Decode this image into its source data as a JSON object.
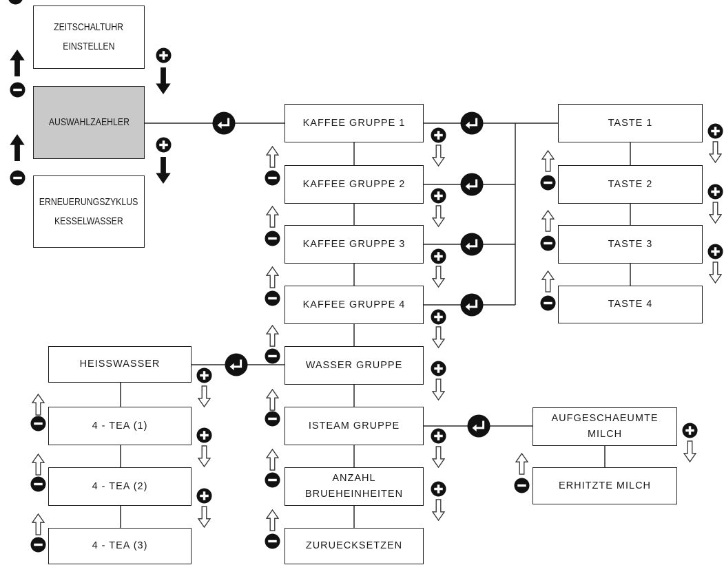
{
  "settings_menu": {
    "items": [
      {
        "lines": [
          "ZEITSCHALTUHR",
          "EINSTELLEN"
        ]
      },
      {
        "lines": [
          "AUSWAHLZAEHLER"
        ],
        "selected": true
      },
      {
        "lines": [
          "ERNEUERUNGSZYKLUS",
          "KESSELWASSER"
        ]
      }
    ]
  },
  "group_menu": {
    "items": [
      {
        "lines": [
          "KAFFEE GRUPPE 1"
        ]
      },
      {
        "lines": [
          "KAFFEE GRUPPE 2"
        ]
      },
      {
        "lines": [
          "KAFFEE GRUPPE 3"
        ]
      },
      {
        "lines": [
          "KAFFEE GRUPPE 4"
        ]
      },
      {
        "lines": [
          "WASSER GRUPPE"
        ]
      },
      {
        "lines": [
          "ISTEAM GRUPPE"
        ]
      },
      {
        "lines": [
          "ANZAHL",
          "BRUEHEINHEITEN"
        ]
      },
      {
        "lines": [
          "ZURUECKSETZEN"
        ]
      }
    ]
  },
  "button_menu": {
    "items": [
      {
        "lines": [
          "TASTE 1"
        ]
      },
      {
        "lines": [
          "TASTE 2"
        ]
      },
      {
        "lines": [
          "TASTE 3"
        ]
      },
      {
        "lines": [
          "TASTE 4"
        ]
      }
    ]
  },
  "hot_water_menu": {
    "items": [
      {
        "lines": [
          "HEISSWASSER"
        ]
      },
      {
        "lines": [
          "4 - TEA (1)"
        ]
      },
      {
        "lines": [
          "4 - TEA (2)"
        ]
      },
      {
        "lines": [
          "4 - TEA (3)"
        ]
      }
    ]
  },
  "milk_menu": {
    "items": [
      {
        "lines": [
          "AUFGESCHAEUMTE",
          "MILCH"
        ]
      },
      {
        "lines": [
          "ERHITZTE MILCH"
        ]
      }
    ]
  },
  "colors": {
    "selected_fill": "#c9c9c9"
  },
  "icons": [
    "plus-circle-icon",
    "minus-circle-icon",
    "enter-icon",
    "arrow-up-icon",
    "arrow-down-icon",
    "arrow-up-outline-icon",
    "arrow-down-outline-icon"
  ]
}
